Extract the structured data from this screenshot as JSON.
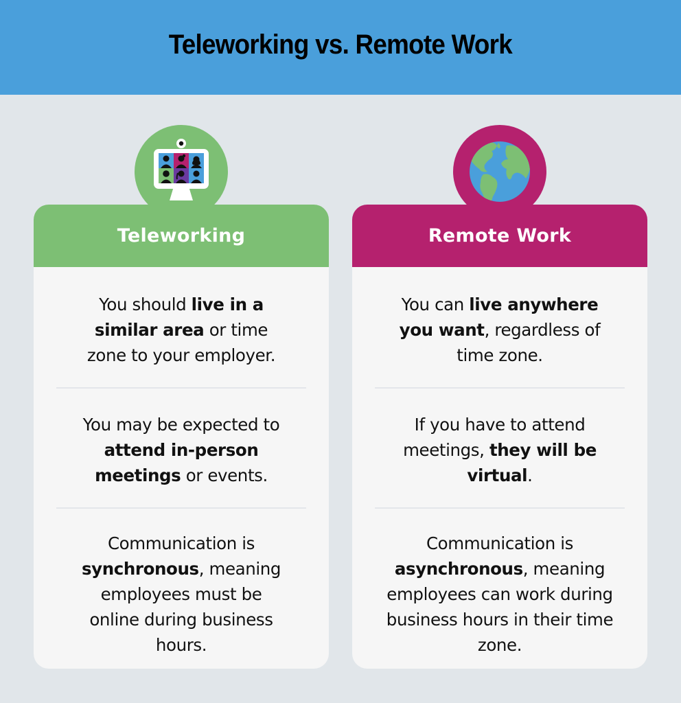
{
  "header": {
    "title": "Teleworking vs. Remote Work",
    "background": "#4a9fdb"
  },
  "columns": [
    {
      "title": "Teleworking",
      "color": "#7dbf74",
      "icon": "video-conference-monitor-icon",
      "items": [
        {
          "segments": [
            {
              "text": "You should ",
              "bold": false
            },
            {
              "text": "live in a similar area",
              "bold": true
            },
            {
              "text": " or time zone to your employer.",
              "bold": false
            }
          ]
        },
        {
          "segments": [
            {
              "text": "You may be expected to ",
              "bold": false
            },
            {
              "text": "attend in-person meetings",
              "bold": true
            },
            {
              "text": " or events.",
              "bold": false
            }
          ]
        },
        {
          "segments": [
            {
              "text": "Communication is ",
              "bold": false
            },
            {
              "text": "synchronous",
              "bold": true
            },
            {
              "text": ", meaning employees must be online during business hours.",
              "bold": false
            }
          ]
        }
      ]
    },
    {
      "title": "Remote Work",
      "color": "#b5216e",
      "icon": "globe-icon",
      "items": [
        {
          "segments": [
            {
              "text": "You can ",
              "bold": false
            },
            {
              "text": "live anywhere you want",
              "bold": true
            },
            {
              "text": ", regardless of time zone.",
              "bold": false
            }
          ]
        },
        {
          "segments": [
            {
              "text": "If you have to attend meetings, ",
              "bold": false
            },
            {
              "text": "they will be virtual",
              "bold": true
            },
            {
              "text": ".",
              "bold": false
            }
          ]
        },
        {
          "segments": [
            {
              "text": "Communication is ",
              "bold": false
            },
            {
              "text": "asynchronous",
              "bold": true
            },
            {
              "text": ", meaning employees can work during business hours in their time zone.",
              "bold": false
            }
          ]
        }
      ]
    }
  ]
}
